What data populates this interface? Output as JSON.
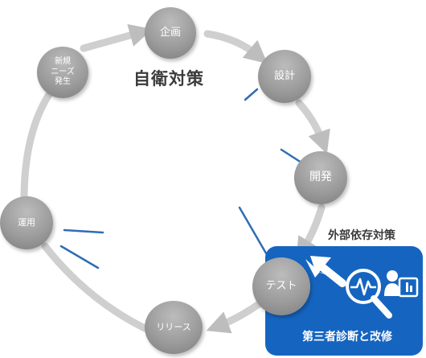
{
  "diagram": {
    "title": "自衛対策",
    "nodes": {
      "planning": "企画",
      "design": "設計",
      "development": "開発",
      "test": "テスト",
      "release": "リリース",
      "operation": "運用",
      "new_needs": [
        "新規",
        "ニーズ",
        "発生"
      ]
    },
    "external_box": {
      "title": "外部依存対策",
      "caption": "第三者診断と改修"
    },
    "colors": {
      "node": "#9c9c9c",
      "ring": "#cfcfcf",
      "accent_blue": "#1565c0",
      "tick": "#2f6db3"
    },
    "icons": [
      "magnifier-pulse-icon",
      "presenter-icon",
      "white-arrow-icon"
    ]
  }
}
